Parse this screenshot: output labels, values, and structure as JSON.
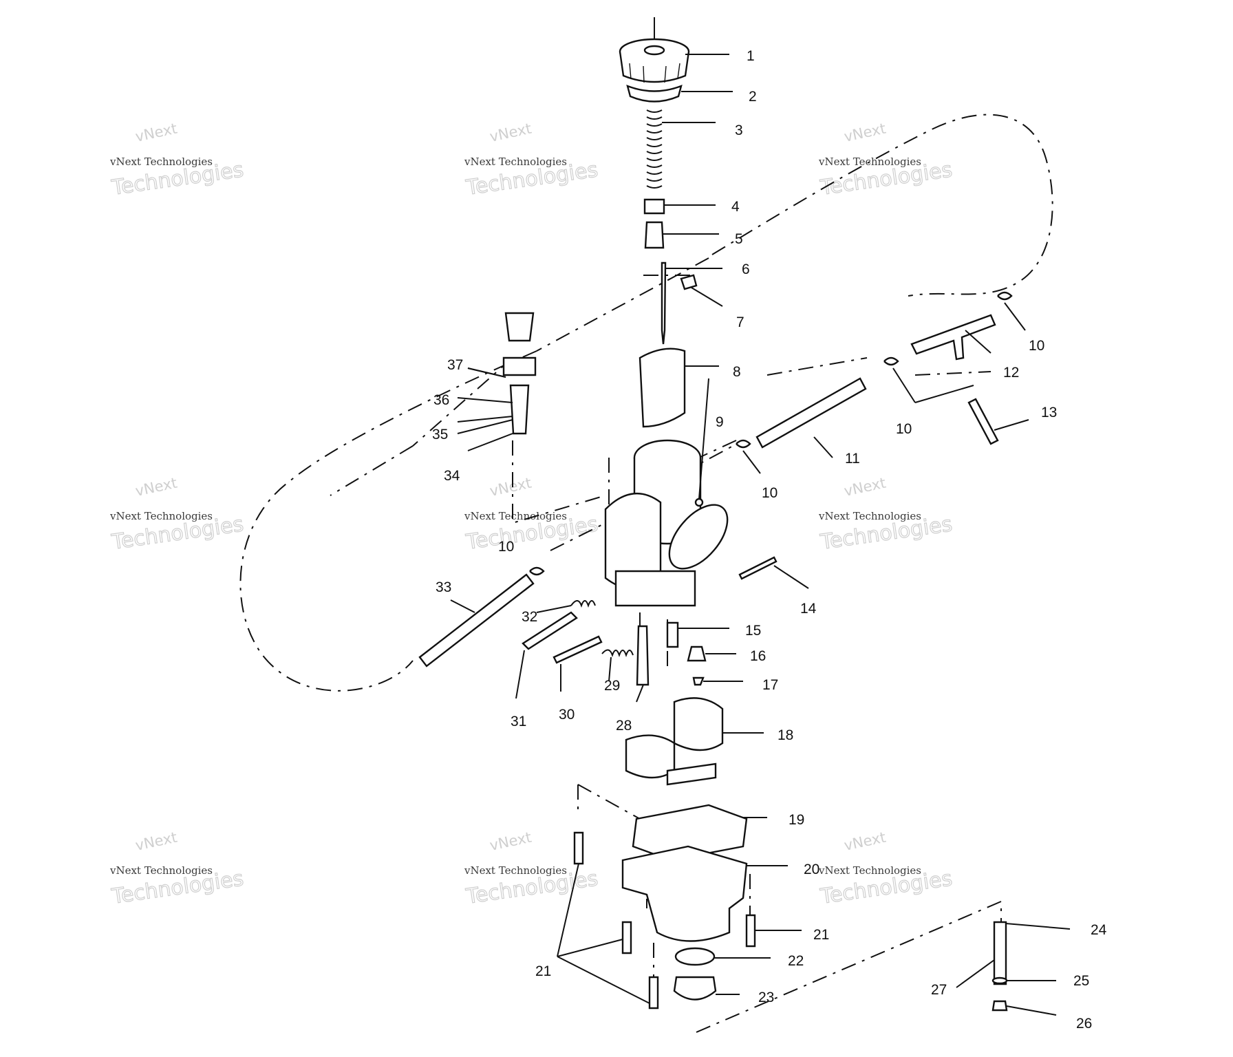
{
  "diagram": {
    "watermark": {
      "line1": "vNext",
      "line2": "vNext Technologies",
      "line3": "Technologies"
    },
    "labels": [
      "1",
      "2",
      "3",
      "4",
      "5",
      "6",
      "7",
      "8",
      "9",
      "10",
      "10",
      "10",
      "10",
      "11",
      "12",
      "13",
      "14",
      "15",
      "16",
      "17",
      "18",
      "19",
      "20",
      "21",
      "21",
      "22",
      "23",
      "24",
      "25",
      "26",
      "27",
      "28",
      "29",
      "30",
      "31",
      "32",
      "33",
      "34",
      "35",
      "36",
      "37"
    ]
  }
}
